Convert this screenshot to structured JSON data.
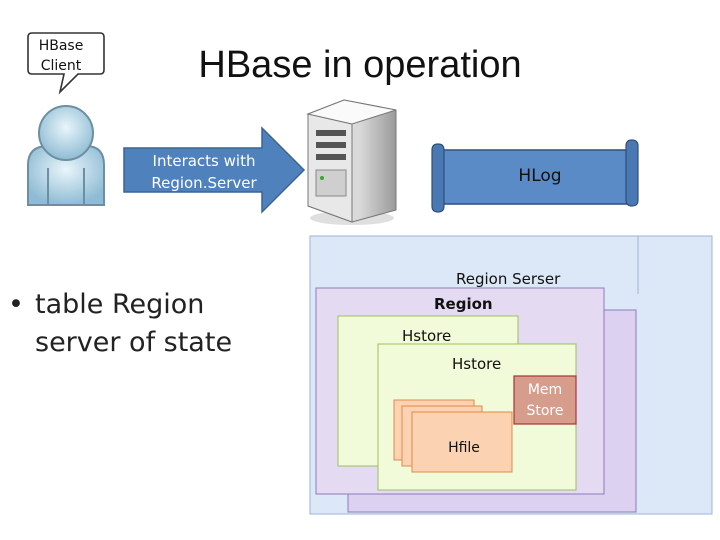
{
  "title": "HBase in operation",
  "client": {
    "bubble_line1": "HBase",
    "bubble_line2": "Client"
  },
  "arrow": {
    "line1": "Interacts with",
    "line2": "Region.Server"
  },
  "hlog": {
    "label": "HLog"
  },
  "bullets": [
    "table Region server of state"
  ],
  "region_server": {
    "label": "Region Serser"
  },
  "region": {
    "label": "Region"
  },
  "hstore_back": {
    "label": "Hstore"
  },
  "hstore_front": {
    "label": "Hstore"
  },
  "memstore": {
    "line1": "Mem",
    "line2": "Store"
  },
  "hfile": {
    "label": "Hfile"
  },
  "colors": {
    "arrow_blue": "#4f81bd",
    "hlog_blue": "#5b8bc6",
    "region_server_bg": "#dce8f7",
    "region_purple": "#e4dbf3",
    "hstore_green": "#f2fbd9",
    "memstore_fill": "#c0504d",
    "hfile_orange": "#fbd2b2"
  }
}
